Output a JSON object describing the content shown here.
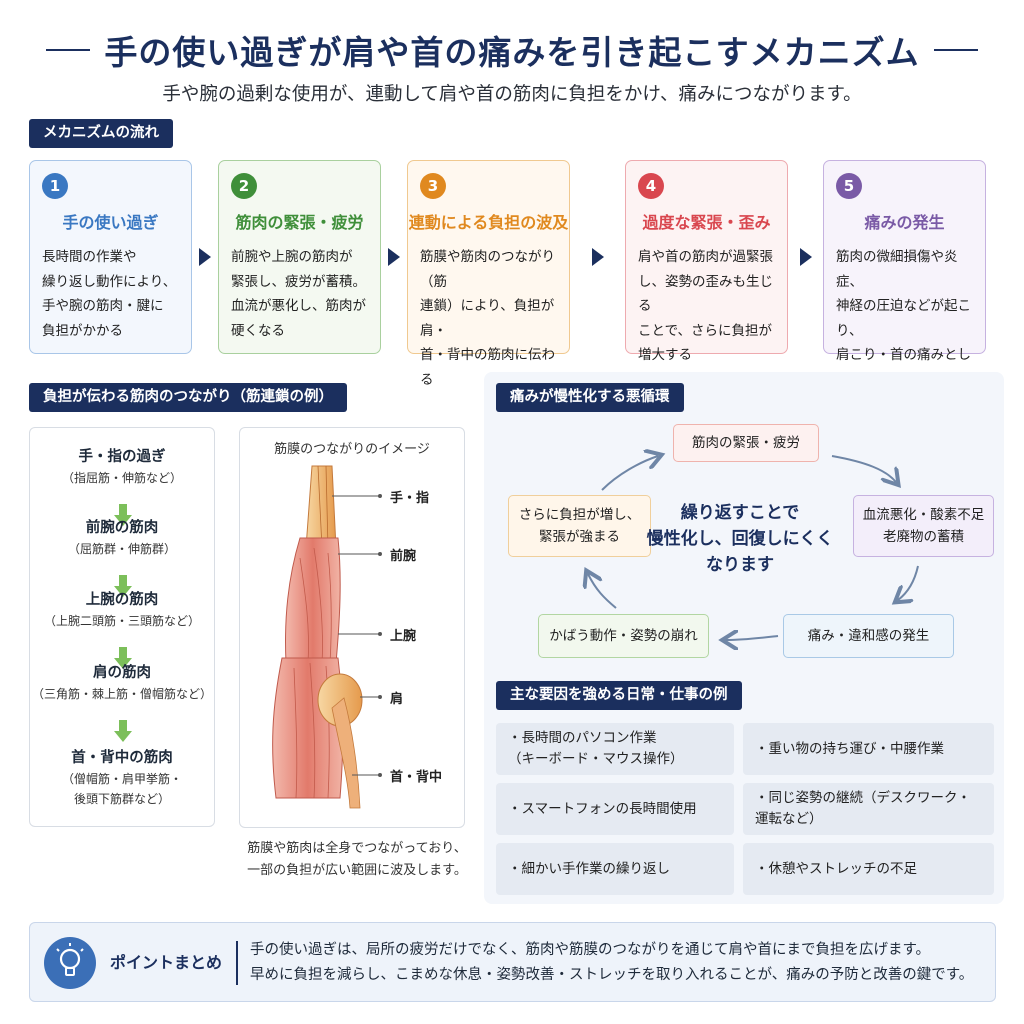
{
  "header": {
    "title": "手の使い過ぎが肩や首の痛みを引き起こすメカニズム",
    "subtitle": "手や腕の過剰な使用が、連動して肩や首の筋肉に負担をかけ、痛みにつながります。"
  },
  "mechanism": {
    "heading": "メカニズムの流れ",
    "steps": [
      {
        "num": "1",
        "title": "手の使い過ぎ",
        "body": "長時間の作業や\n繰り返し動作により、\n手や腕の筋肉・腱に\n負担がかかる",
        "color": "#3a78c2",
        "bg": "#f3f7fd",
        "border": "#a9c6e8"
      },
      {
        "num": "2",
        "title": "筋肉の緊張・疲労",
        "body": "前腕や上腕の筋肉が\n緊張し、疲労が蓄積。\n血流が悪化し、筋肉が\n硬くなる",
        "color": "#3f8f3a",
        "bg": "#f4f9f1",
        "border": "#a9d09e"
      },
      {
        "num": "3",
        "title": "連動による負担の波及",
        "body": "筋膜や筋肉のつながり（筋\n連鎖）により、負担が肩・\n首・背中の筋肉に伝わる",
        "color": "#e0891f",
        "bg": "#fff8ef",
        "border": "#f0c990"
      },
      {
        "num": "4",
        "title": "過度な緊張・歪み",
        "body": "肩や首の筋肉が過緊張\nし、姿勢の歪みも生じる\nことで、さらに負担が\n増大する",
        "color": "#d9474f",
        "bg": "#fdf3f3",
        "border": "#eeaaaf"
      },
      {
        "num": "5",
        "title": "痛みの発生",
        "body": "筋肉の微細損傷や炎症、\n神経の圧迫などが起こり、\n肩こり・首の痛みとして\n現れする",
        "color": "#7a5aa6",
        "bg": "#f7f3fb",
        "border": "#c6b2e0"
      }
    ]
  },
  "chain": {
    "heading": "負担が伝わる筋肉のつながり（筋連鎖の例）",
    "items": [
      {
        "name": "手・指の過ぎ",
        "sub": "（指屈筋・伸筋など）"
      },
      {
        "name": "前腕の筋肉",
        "sub": "（屈筋群・伸筋群）"
      },
      {
        "name": "上腕の筋肉",
        "sub": "（上腕二頭筋・三頭筋など）"
      },
      {
        "name": "肩の筋肉",
        "sub": "（三角筋・棘上筋・僧帽筋など）"
      },
      {
        "name": "首・背中の筋肉",
        "sub": "（僧帽筋・肩甲挙筋・\n後頭下筋群など）"
      }
    ],
    "arrow_color": "#7cbf5a"
  },
  "fascia": {
    "title": "筋膜のつながりのイメージ",
    "labels": [
      "手・指",
      "前腕",
      "上腕",
      "肩",
      "首・背中"
    ],
    "caption": "筋膜や筋肉は全身でつながっており、\n一部の負担が広い範囲に波及します。"
  },
  "cycle": {
    "heading": "痛みが慢性化する悪循環",
    "center": "繰り返すことで\n慢性化し、回復しにくく\nなります",
    "nodes": [
      {
        "text": "筋肉の緊張・疲労",
        "bg": "#fdf1f0",
        "border": "#efb3ad"
      },
      {
        "text": "血流悪化・酸素不足\n老廃物の蓄積",
        "bg": "#f3eefa",
        "border": "#c6b2e0"
      },
      {
        "text": "痛み・違和感の発生",
        "bg": "#eef5fb",
        "border": "#a9c9e6"
      },
      {
        "text": "かばう動作・姿勢の崩れ",
        "bg": "#f2f8ee",
        "border": "#b2d6a2"
      },
      {
        "text": "さらに負担が増し、\n緊張が強まる",
        "bg": "#fff6ea",
        "border": "#f0cf9b"
      }
    ]
  },
  "factors": {
    "heading": "主な要因を強める日常・仕事の例",
    "items": [
      "・長時間のパソコン作業\n（キーボード・マウス操作）",
      "・重い物の持ち運び・中腰作業",
      "・スマートフォンの長時間使用",
      "・同じ姿勢の継続（デスクワーク・\n運転など）",
      "・細かい手作業の繰り返し",
      "・休憩やストレッチの不足"
    ]
  },
  "summary": {
    "label": "ポイントまとめ",
    "line1": "手の使い過ぎは、局所の疲労だけでなく、筋肉や筋膜のつながりを通じて肩や首にまで負担を広げます。",
    "line2": "早めに負担を減らし、こまめな休息・姿勢改善・ストレッチを取り入れることが、痛みの予防と改善の鍵です。"
  },
  "icons": {
    "arrow": "right-arrow-icon",
    "bulb": "lightbulb-icon"
  },
  "colors": {
    "navy": "#1b2f5e",
    "green_arrow": "#7cbf5a",
    "cycle_arrow": "#6f86a6"
  }
}
